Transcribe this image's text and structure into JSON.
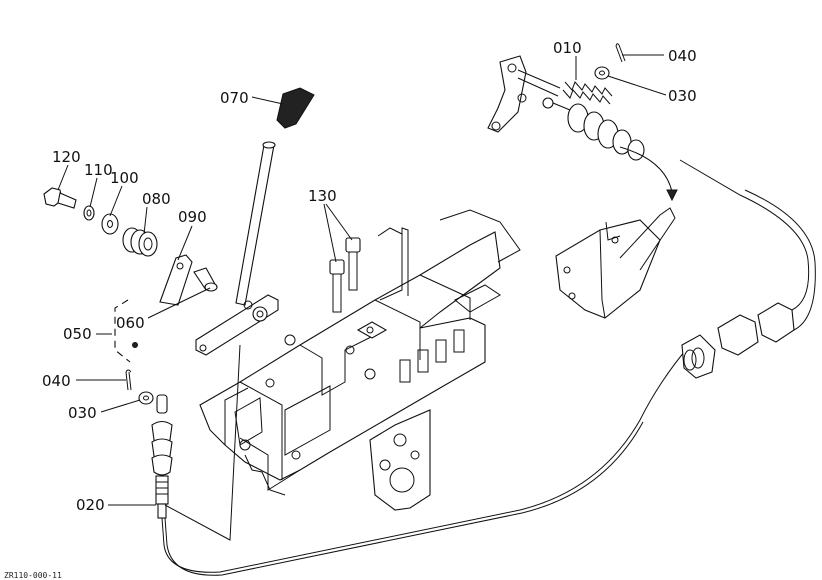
{
  "drawing_id": "ZR110-000-11",
  "parts": [
    {
      "id": "p010",
      "label": "010"
    },
    {
      "id": "p020",
      "label": "020"
    },
    {
      "id": "p030a",
      "label": "030"
    },
    {
      "id": "p030b",
      "label": "030"
    },
    {
      "id": "p040a",
      "label": "040"
    },
    {
      "id": "p040b",
      "label": "040"
    },
    {
      "id": "p050",
      "label": "050"
    },
    {
      "id": "p060",
      "label": "060"
    },
    {
      "id": "p070",
      "label": "070"
    },
    {
      "id": "p080",
      "label": "080"
    },
    {
      "id": "p090",
      "label": "090"
    },
    {
      "id": "p100",
      "label": "100"
    },
    {
      "id": "p110",
      "label": "110"
    },
    {
      "id": "p120",
      "label": "120"
    },
    {
      "id": "p130",
      "label": "130"
    }
  ]
}
